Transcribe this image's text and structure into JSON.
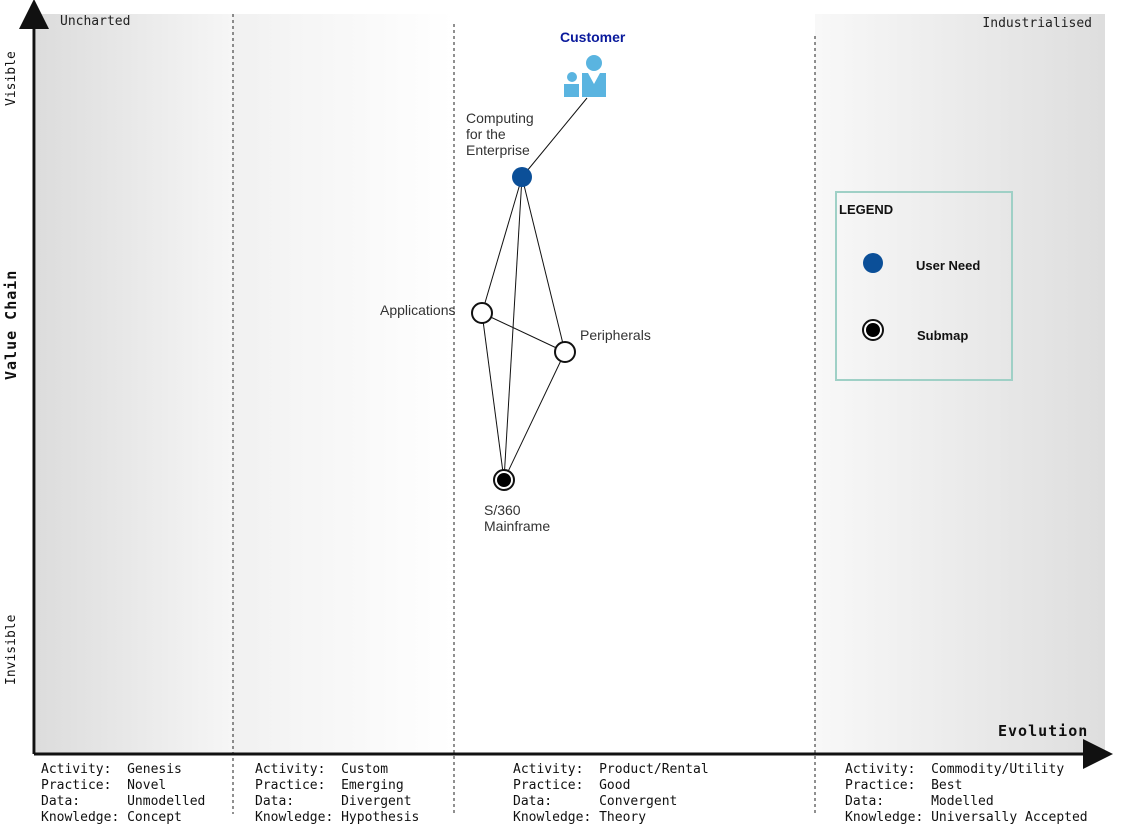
{
  "colors": {
    "user_need": "#0b4f98",
    "customer_icon": "#5ab4e0",
    "customer_label": "#0a1a9c",
    "legend_border": "#9fd0c6",
    "stage_shade": "#e2e2e2"
  },
  "map": {
    "uncharted": "Uncharted",
    "industrialised": "Industrialised",
    "y_axis": {
      "top": "Visible",
      "bottom": "Invisible",
      "title": "Value Chain"
    },
    "x_axis": {
      "title": "Evolution"
    },
    "stages": [
      {
        "text": "Activity:  Genesis\nPractice:  Novel\nData:      Unmodelled\nKnowledge: Concept"
      },
      {
        "text": "Activity:  Custom\nPractice:  Emerging\nData:      Divergent\nKnowledge: Hypothesis"
      },
      {
        "text": "Activity:  Product/Rental\nPractice:  Good\nData:      Convergent\nKnowledge: Theory"
      },
      {
        "text": "Activity:  Commodity/Utility\nPractice:  Best\nData:      Modelled\nKnowledge: Universally Accepted"
      }
    ]
  },
  "components": {
    "customer": "Customer",
    "computing": "Computing\nfor the\nEnterprise",
    "applications": "Applications",
    "peripherals": "Peripherals",
    "s360": "S/360\nMainframe"
  },
  "legend": {
    "title": "LEGEND",
    "user_need": "User Need",
    "submap": "Submap"
  }
}
